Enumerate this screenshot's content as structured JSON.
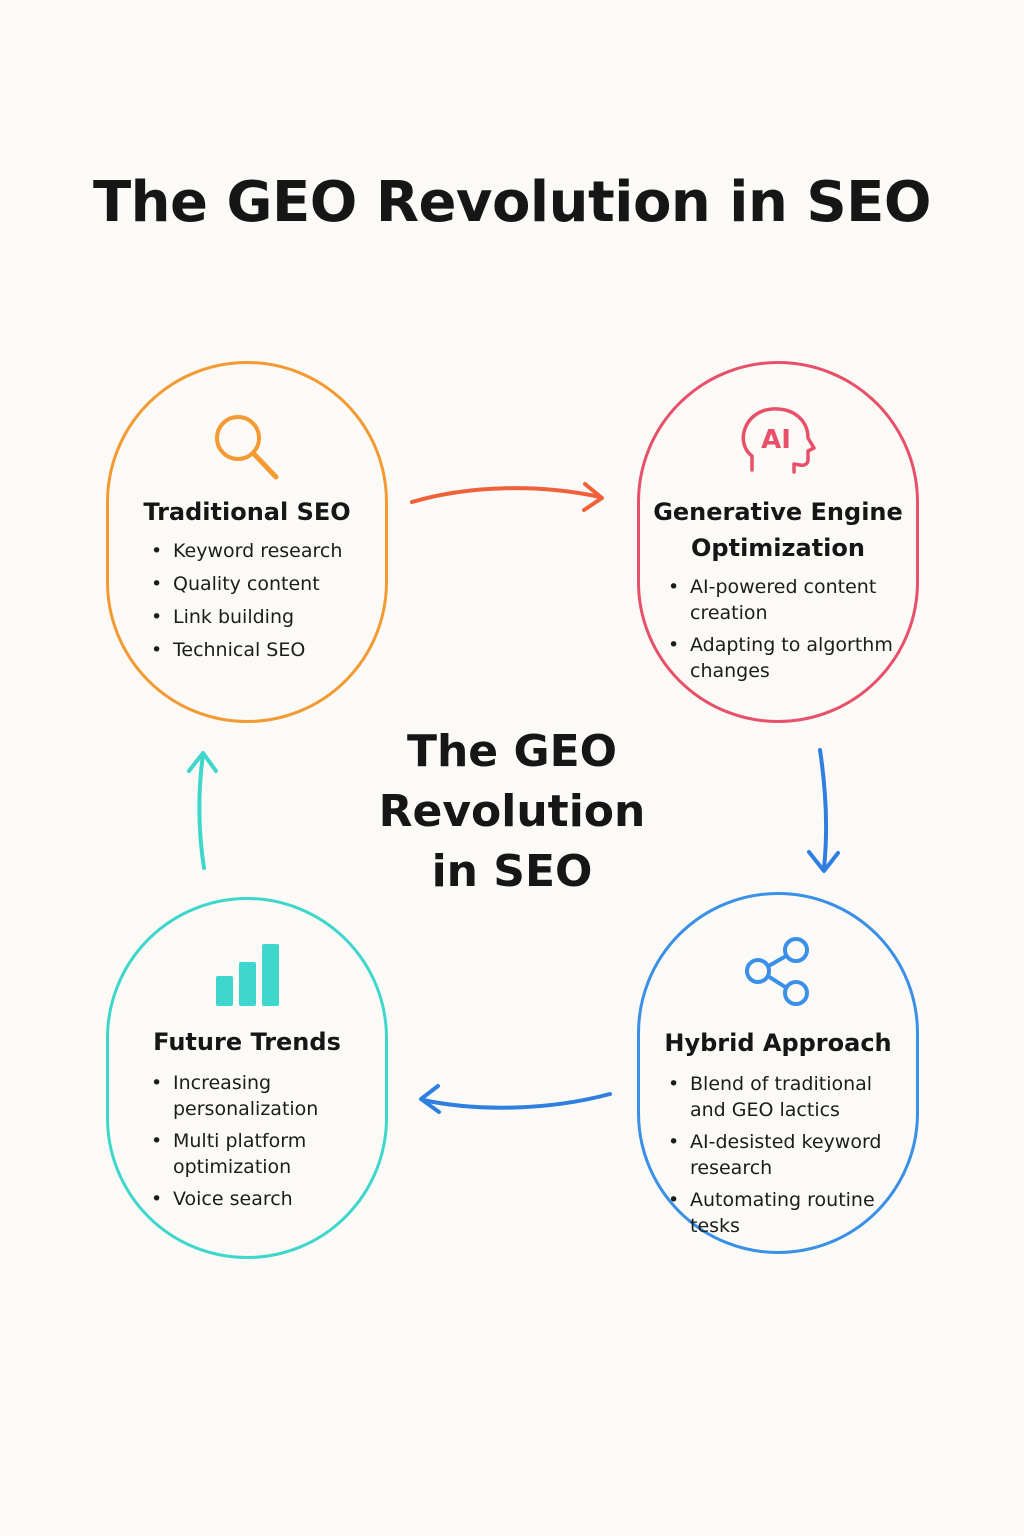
{
  "title": "The GEO Revolution in SEO",
  "center_title": "The GEO Revolution in SEO",
  "colors": {
    "traditional": "#f39a32",
    "generative": "#e8506a",
    "hybrid": "#3a8fe6",
    "future": "#3fd6cc",
    "arrow_top": "#f0613a",
    "arrow_right": "#2f7fe0",
    "arrow_bottom": "#2f7fe0",
    "arrow_left": "#3fd6cc"
  },
  "nodes": {
    "traditional": {
      "icon": "search-icon",
      "title": "Traditional SEO",
      "items": [
        "Keyword research",
        "Quality content",
        "Link building",
        "Technical SEO"
      ]
    },
    "generative": {
      "icon": "ai-head-icon",
      "icon_text": "AI",
      "title": "Generative Engine Optimization",
      "items": [
        "AI-powered content creation",
        "Adapting to algorthm changes"
      ]
    },
    "hybrid": {
      "icon": "share-icon",
      "title": "Hybrid Approach",
      "items": [
        "Blend of traditional and GEO lactics",
        "AI-desisted keyword research",
        "Automating routine tesks"
      ]
    },
    "future": {
      "icon": "bar-chart-icon",
      "title": "Future Trends",
      "items": [
        "Increasing personalization",
        "Multi platform optimization",
        "Voice search"
      ]
    }
  }
}
